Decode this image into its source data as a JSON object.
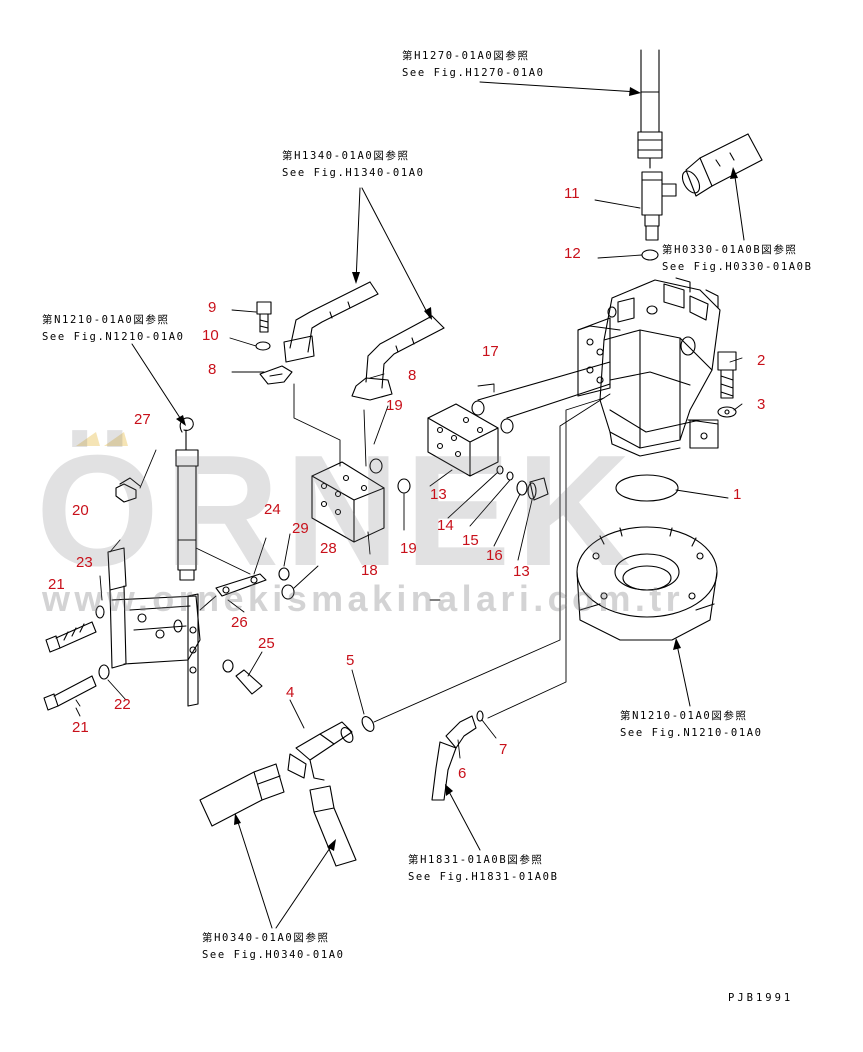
{
  "diagram": {
    "part_numbers": [
      {
        "id": "p1",
        "text": "1"
      },
      {
        "id": "p2",
        "text": "2"
      },
      {
        "id": "p3",
        "text": "3"
      },
      {
        "id": "p4",
        "text": "4"
      },
      {
        "id": "p5",
        "text": "5"
      },
      {
        "id": "p6",
        "text": "6"
      },
      {
        "id": "p7",
        "text": "7"
      },
      {
        "id": "p8a",
        "text": "8"
      },
      {
        "id": "p8b",
        "text": "8"
      },
      {
        "id": "p9",
        "text": "9"
      },
      {
        "id": "p10",
        "text": "10"
      },
      {
        "id": "p11",
        "text": "11"
      },
      {
        "id": "p12",
        "text": "12"
      },
      {
        "id": "p13a",
        "text": "13"
      },
      {
        "id": "p13b",
        "text": "13"
      },
      {
        "id": "p14",
        "text": "14"
      },
      {
        "id": "p15",
        "text": "15"
      },
      {
        "id": "p16",
        "text": "16"
      },
      {
        "id": "p17",
        "text": "17"
      },
      {
        "id": "p18",
        "text": "18"
      },
      {
        "id": "p19a",
        "text": "19"
      },
      {
        "id": "p19b",
        "text": "19"
      },
      {
        "id": "p20",
        "text": "20"
      },
      {
        "id": "p21a",
        "text": "21"
      },
      {
        "id": "p21b",
        "text": "21"
      },
      {
        "id": "p22",
        "text": "22"
      },
      {
        "id": "p23",
        "text": "23"
      },
      {
        "id": "p24",
        "text": "24"
      },
      {
        "id": "p25",
        "text": "25"
      },
      {
        "id": "p26",
        "text": "26"
      },
      {
        "id": "p27",
        "text": "27"
      },
      {
        "id": "p28",
        "text": "28"
      },
      {
        "id": "p29",
        "text": "29"
      }
    ],
    "references": [
      {
        "id": "h1270",
        "jp": "第H1270-01A0図参照",
        "en": "See Fig.H1270-01A0"
      },
      {
        "id": "h1340",
        "jp": "第H1340-01A0図参照",
        "en": "See Fig.H1340-01A0"
      },
      {
        "id": "h0330",
        "jp": "第H0330-01A0B図参照",
        "en": "See Fig.H0330-01A0B"
      },
      {
        "id": "n1210a",
        "jp": "第N1210-01A0図参照",
        "en": "See Fig.N1210-01A0"
      },
      {
        "id": "n1210b",
        "jp": "第N1210-01A0図参照",
        "en": "See Fig.N1210-01A0"
      },
      {
        "id": "h1831",
        "jp": "第H1831-01A0B図参照",
        "en": "See Fig.H1831-01A0B"
      },
      {
        "id": "h0340",
        "jp": "第H0340-01A0図参照",
        "en": "See Fig.H0340-01A0"
      }
    ],
    "doc_code": "PJB1991",
    "watermark": {
      "brand": "ÖRNEK",
      "url": "www.ornekismakinalari.com.tr"
    },
    "colors": {
      "part_number": "#c8101a",
      "line_art": "#000000",
      "watermark": "#8a8a90",
      "accent": "#e8c35a"
    }
  }
}
